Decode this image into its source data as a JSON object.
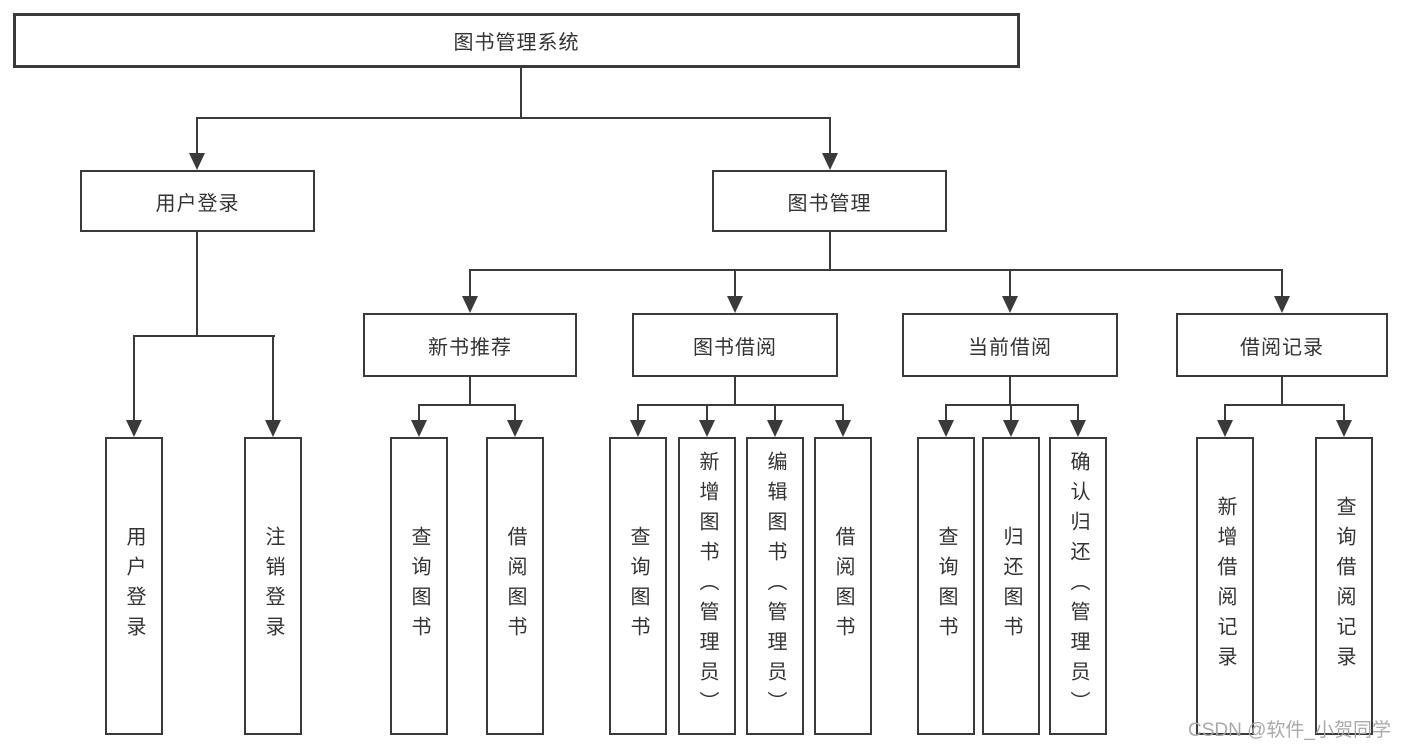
{
  "diagram": {
    "root": {
      "label": "图书管理系统"
    },
    "user_login": {
      "label": "用户登录",
      "leaves": [
        {
          "label": "用户登录"
        },
        {
          "label": "注销登录"
        }
      ]
    },
    "book_mgmt": {
      "label": "图书管理"
    },
    "new_book": {
      "label": "新书推荐",
      "leaves": [
        {
          "label": "查询图书"
        },
        {
          "label": "借阅图书"
        }
      ]
    },
    "borrow": {
      "label": "图书借阅",
      "leaves": [
        {
          "label": "查询图书"
        },
        {
          "label": "新增图书（管理员）"
        },
        {
          "label": "编辑图书（管理员）"
        },
        {
          "label": "借阅图书"
        }
      ]
    },
    "current": {
      "label": "当前借阅",
      "leaves": [
        {
          "label": "查询图书"
        },
        {
          "label": "归还图书"
        },
        {
          "label": "确认归还（管理员）"
        }
      ]
    },
    "records": {
      "label": "借阅记录",
      "leaves": [
        {
          "label": "新增借阅记录"
        },
        {
          "label": "查询借阅记录"
        }
      ]
    },
    "watermark": "CSDN @软件_小贺同学",
    "colors": {
      "line": "#3a3a3a",
      "text": "#333333",
      "watermark_text": "#a6a6a6",
      "background": "#ffffff"
    }
  }
}
